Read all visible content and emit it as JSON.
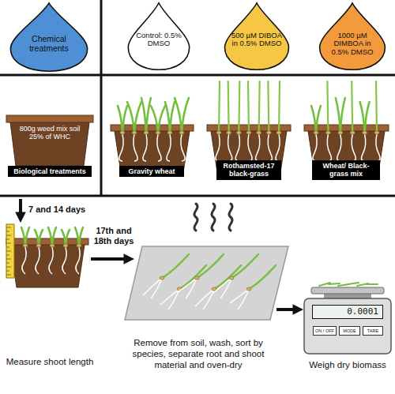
{
  "diagram": {
    "nodes": [
      {
        "text": [
          "Chemical treatments"
        ]
      },
      {
        "text": [
          "Control: 0.5% DMSO"
        ]
      },
      {
        "text": [
          "500 µM DIBOA in 0.5% DMSO"
        ]
      },
      {
        "text": [
          "1000 µM DIMBOA in 0.5% DMSO"
        ]
      },
      {
        "text": [
          "800g weed mix soil 25% of WHC"
        ]
      },
      {
        "text": [
          "Biological treatments"
        ]
      },
      {
        "text": [
          "Gravity wheat"
        ]
      },
      {
        "text": [
          "Rothamsted-17 black-grass"
        ]
      },
      {
        "text": [
          "Wheat/ Black-grass mix"
        ]
      },
      {
        "text": [
          "0.0001"
        ]
      },
      {
        "text": [
          "ON / OFF"
        ]
      },
      {
        "text": [
          "MODE"
        ]
      },
      {
        "text": [
          "TARE"
        ]
      }
    ],
    "labels": [
      "7 and 14 days",
      "17th and 18th days",
      "Measure shoot length",
      "Remove from soil, wash, sort by species, separate root and shoot material and oven-dry",
      "Weigh dry biomass"
    ]
  }
}
